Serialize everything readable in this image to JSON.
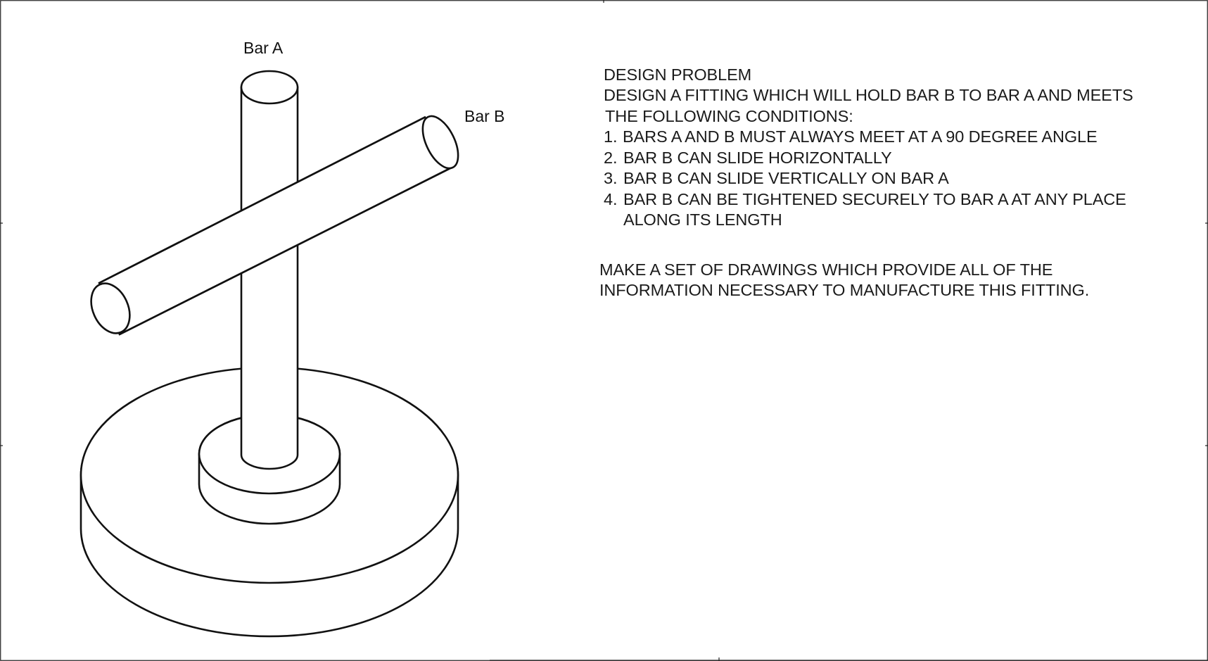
{
  "drawing": {
    "labels": {
      "bar_a": "Bar A",
      "bar_b": "Bar B"
    }
  },
  "problem": {
    "title": "DESIGN PROBLEM",
    "intro_line1": "DESIGN A FITTING WHICH WILL HOLD BAR B TO BAR A AND MEETS",
    "intro_line2": "THE FOLLOWING CONDITIONS:",
    "conditions": [
      {
        "num": "1.",
        "text": "BARS A AND B MUST ALWAYS MEET AT A 90 DEGREE ANGLE"
      },
      {
        "num": "2.",
        "text": "BAR B CAN SLIDE HORIZONTALLY"
      },
      {
        "num": "3.",
        "text": "BAR B CAN SLIDE VERTICALLY ON BAR A"
      },
      {
        "num": "4.",
        "text": "BAR B CAN BE TIGHTENED SECURELY TO BAR A AT ANY PLACE",
        "text_cont": "ALONG ITS LENGTH"
      }
    ],
    "instruction_line1": "MAKE A SET OF DRAWINGS WHICH PROVIDE ALL OF THE",
    "instruction_line2": "INFORMATION NECESSARY TO MANUFACTURE THIS FITTING."
  }
}
